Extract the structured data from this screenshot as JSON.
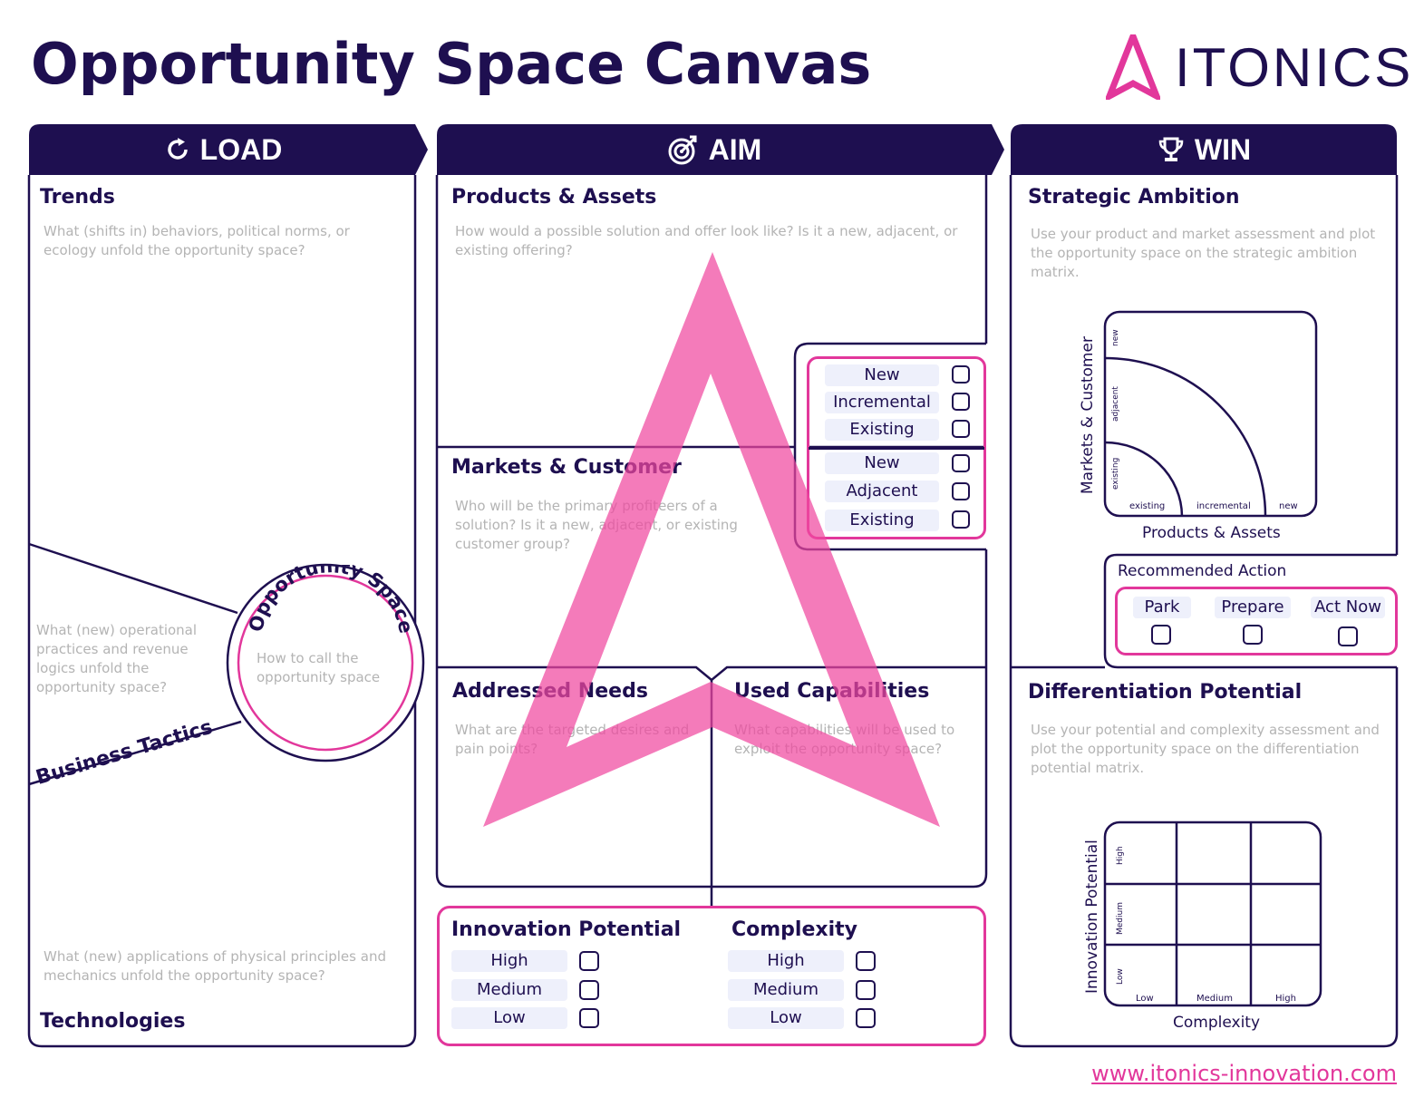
{
  "title": "Opportunity Space Canvas",
  "brand": {
    "name": "ITONICS",
    "url": "www.itonics-innovation.com",
    "accent": "#e2379b",
    "navy": "#1e0f50"
  },
  "load": {
    "header": "LOAD",
    "trends": {
      "title": "Trends",
      "hint": "What (shifts in) behaviors, political norms, or ecology unfold the opportunity space?"
    },
    "business_tactics": {
      "title": "Business Tactics",
      "hint": "What (new) operational practices and revenue logics unfold the opportunity space?"
    },
    "opportunity_space": {
      "title": "Opportunity Space",
      "hint": "How to call the opportunity space"
    },
    "technologies": {
      "title": "Technologies",
      "hint": "What (new) applications of physical principles and mechanics unfold the opportunity space?"
    }
  },
  "aim": {
    "header": "AIM",
    "products_assets": {
      "title": "Products & Assets",
      "hint": "How would a possible solution and offer look like? Is it a new, adjacent, or existing offering?"
    },
    "products_options": [
      "New",
      "Incremental",
      "Existing"
    ],
    "markets_customer": {
      "title": "Markets & Customer",
      "hint": "Who will be the primary profiteers of a solution? Is it a new, adjacent, or existing customer group?"
    },
    "markets_options": [
      "New",
      "Adjacent",
      "Existing"
    ],
    "addressed_needs": {
      "title": "Addressed Needs",
      "hint": "What are the targeted desires and pain points?"
    },
    "used_capabilities": {
      "title": "Used Capabilities",
      "hint": "What capabilities will be used to exploit the opportunity space?"
    },
    "innovation_potential": {
      "title": "Innovation Potential",
      "options": [
        "High",
        "Medium",
        "Low"
      ]
    },
    "complexity": {
      "title": "Complexity",
      "options": [
        "High",
        "Medium",
        "Low"
      ]
    }
  },
  "win": {
    "header": "WIN",
    "strategic_ambition": {
      "title": "Strategic Ambition",
      "hint": "Use your product and market assessment and plot the opportunity space on the strategic ambition matrix.",
      "y_axis": "Markets & Customer",
      "x_axis": "Products & Assets",
      "y_ticks": [
        "existing",
        "adjacent",
        "new"
      ],
      "x_ticks": [
        "existing",
        "incremental",
        "new"
      ]
    },
    "recommended_action": {
      "title": "Recommended Action",
      "options": [
        "Park",
        "Prepare",
        "Act Now"
      ]
    },
    "differentiation": {
      "title": "Differentiation Potential",
      "hint": "Use your potential and complexity assessment and plot the opportunity space on the differentiation potential matrix.",
      "y_axis": "Innovation Potential",
      "x_axis": "Complexity",
      "y_ticks": [
        "Low",
        "Medium",
        "High"
      ],
      "x_ticks": [
        "Low",
        "Medium",
        "High"
      ]
    }
  }
}
